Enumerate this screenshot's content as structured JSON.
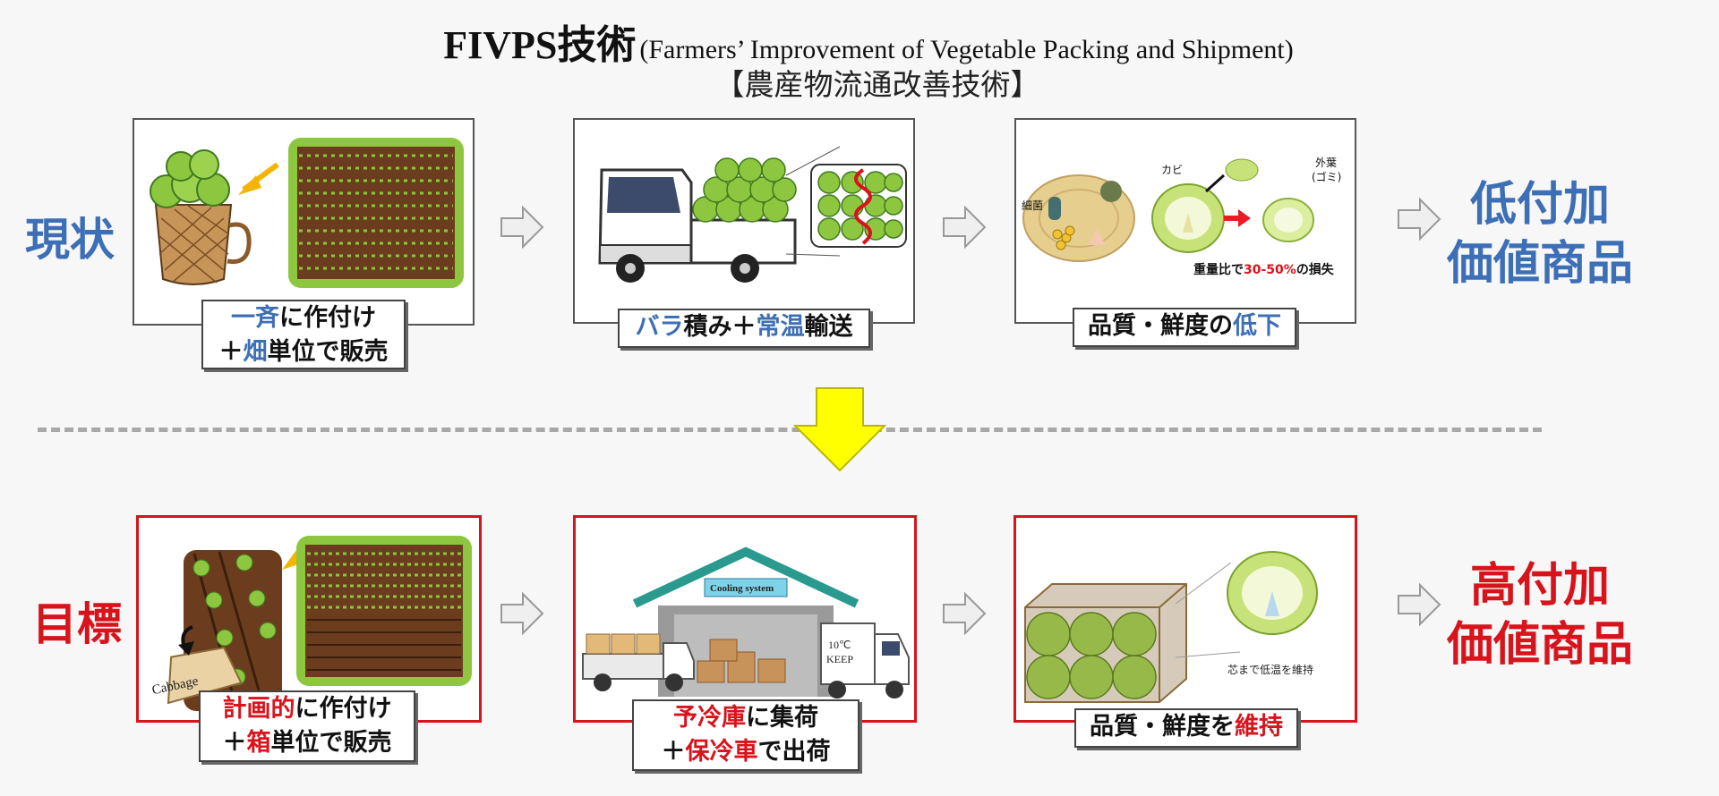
{
  "header": {
    "title_main": "FIVPS技術",
    "title_sub": "(Farmers’ Improvement of Vegetable Packing and Shipment)",
    "title_jp": "【農産物流通改善技術】"
  },
  "current": {
    "label": "現状",
    "step1": {
      "hl1": "一斉",
      "t1": "に作付け",
      "plus": "＋",
      "hl2": "畑",
      "t2": "単位で販売"
    },
    "step2": {
      "hl1": "バラ",
      "t1": "積み＋",
      "hl2": "常温",
      "t2": "輸送"
    },
    "step3": {
      "t1": "品質・鮮度の",
      "hl1": "低下",
      "note_mold": "カビ",
      "note_bacteria": "細菌",
      "note_leaves": "外葉",
      "note_garbage": "(ゴミ)",
      "loss_pre": "重量比で",
      "loss_pct": "30-50%",
      "loss_post": "の損失"
    },
    "result_l1": "低付加",
    "result_l2": "価値商品"
  },
  "target": {
    "label": "目標",
    "step1": {
      "hl1": "計画的",
      "t1": "に作付け",
      "plus": "＋",
      "hl2": "箱",
      "t2": "単位で販売",
      "box_label": "Cabbage"
    },
    "step2": {
      "hl1": "予冷庫",
      "t1": "に集荷",
      "plus": "＋",
      "hl2": "保冷車",
      "t2": "で出荷",
      "sign": "Cooling system",
      "truck_temp": "10℃",
      "truck_keep": "KEEP"
    },
    "step3": {
      "t1": "品質・鮮度を",
      "hl1": "維持",
      "note_core": "芯まで低温を維持"
    },
    "result_l1": "高付加",
    "result_l2": "価値商品"
  },
  "colors": {
    "blue": "#3d6fb6",
    "red": "#d9131b",
    "yellow_arrow": "#ffff00",
    "cabbage": "#8dc63f",
    "soil": "#6b3d1e"
  }
}
